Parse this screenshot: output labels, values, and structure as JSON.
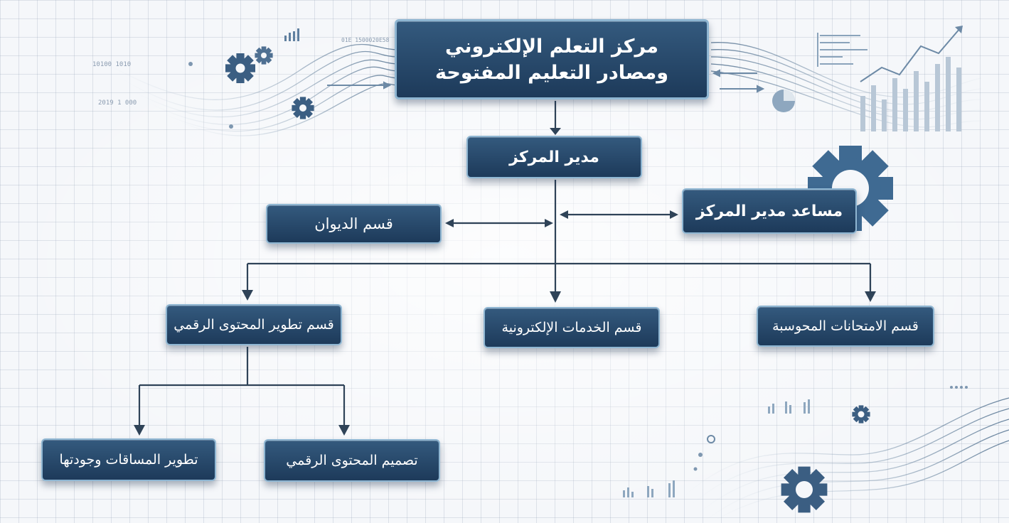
{
  "root": {
    "line1": "مركز التعلم الإلكتروني",
    "line2": "ومصادر التعليم المفتوحة"
  },
  "director": {
    "label": "مدير المركز"
  },
  "assistant_director": {
    "label": "مساعد مدير المركز"
  },
  "diwan": {
    "label": "قسم الديوان"
  },
  "departments": [
    {
      "label": "قسم تطوير المحتوى الرقمي"
    },
    {
      "label": "قسم الخدمات الإلكترونية"
    },
    {
      "label": "قسم الامتحانات المحوسبة"
    }
  ],
  "sub_units": [
    {
      "label": "تطوير المساقات وجودتها"
    },
    {
      "label": "تصميم المحتوى الرقمي"
    }
  ],
  "decor_text": {
    "top_left_1": "10100 1010",
    "top_left_2": "2019 1 000",
    "top_binary": "01E 1500020E58"
  },
  "colors": {
    "node_dark": "#1d3a5a",
    "node_light": "#345a7e",
    "node_border": "#8fb6d2",
    "connector": "#2f4358"
  }
}
